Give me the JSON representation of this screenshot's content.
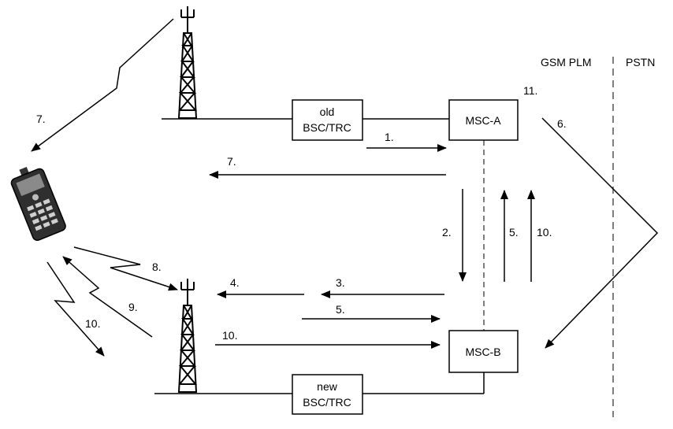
{
  "nodes": {
    "old_bsc": {
      "line1": "old",
      "line2": "BSC/TRC"
    },
    "new_bsc": {
      "line1": "new",
      "line2": "BSC/TRC"
    },
    "msc_a": "MSC-A",
    "msc_b": "MSC-B"
  },
  "regions": {
    "gsm": "GSM PLM",
    "pstn": "PSTN"
  },
  "steps": {
    "s1": "1.",
    "s2": "2.",
    "s3": "3.",
    "s4": "4.",
    "s5a": "5.",
    "s5b": "5.",
    "s6": "6.",
    "s7a": "7.",
    "s7b": "7.",
    "s8": "8.",
    "s9": "9.",
    "s10a": "10.",
    "s10b": "10.",
    "s10c": "10.",
    "s11": "11."
  },
  "colors": {
    "line": "#000000",
    "box_fill": "#ffffff",
    "dash": "#555555"
  },
  "icons": [
    "antenna-tower-icon",
    "mobile-phone-icon"
  ]
}
